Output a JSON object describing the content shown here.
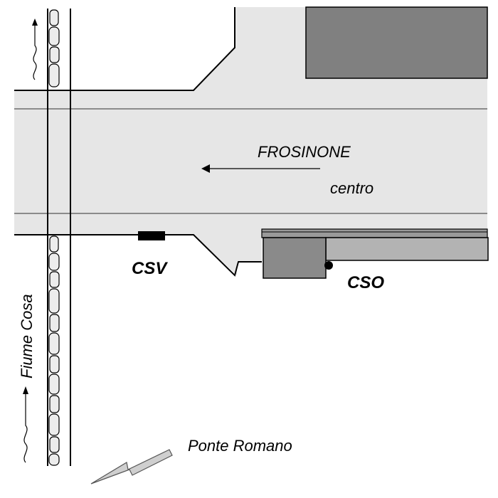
{
  "labels": {
    "city": "FROSINONE",
    "city_sub": "centro",
    "station_csv": "CSV",
    "station_cso": "CSO",
    "river": "Fiume Cosa",
    "bridge": "Ponte Romano"
  },
  "colors": {
    "road_fill": "#e6e6e6",
    "building_dark": "#808080",
    "building_mid": "#8a8a8a",
    "building_light": "#b3b3b3",
    "river_stone": "#ececec",
    "line": "#000000",
    "station_marker": "#000000"
  },
  "icons": {
    "direction_arrow": "arrow-left-icon",
    "flow_arrow": "arrow-up-icon",
    "station_point": "dot-icon",
    "bridge_symbol": "bridge-arrow-icon"
  }
}
